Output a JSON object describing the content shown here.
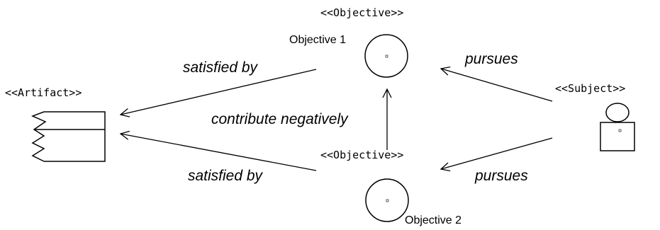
{
  "diagram": {
    "objective_1": {
      "stereotype": "<<Objective>>",
      "name": "Objective 1"
    },
    "objective_2": {
      "stereotype": "<<Objective>>",
      "name": "Objective 2"
    },
    "artifact": {
      "stereotype": "<<Artifact>>"
    },
    "subject": {
      "stereotype": "<<Subject>>"
    },
    "relations": {
      "satisfied_by_1": "satisfied by",
      "satisfied_by_2": "satisfied by",
      "contribute_negatively": "contribute negatively",
      "pursues_1": "pursues",
      "pursues_2": "pursues"
    }
  }
}
